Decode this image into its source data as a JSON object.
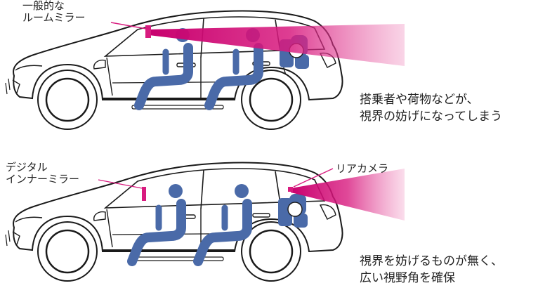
{
  "panels": [
    {
      "mirror_label": "一般的な\nルームミラー",
      "caption": "搭乗者や荷物などが、\n視界の妨げになってしまう"
    },
    {
      "mirror_label": "デジタル\nインナーミラー",
      "camera_label": "リアカメラ",
      "caption": "視界を妨げるものが無く、\n広い視野角を確保"
    }
  ],
  "colors": {
    "accent": "#d81b7f",
    "occupant": "#4a6aa8",
    "outline": "#1a1a1a"
  },
  "icons": {
    "occupant": "seated-person-icon",
    "luggage": "luggage-icon",
    "car": "hatchback-car-icon"
  }
}
